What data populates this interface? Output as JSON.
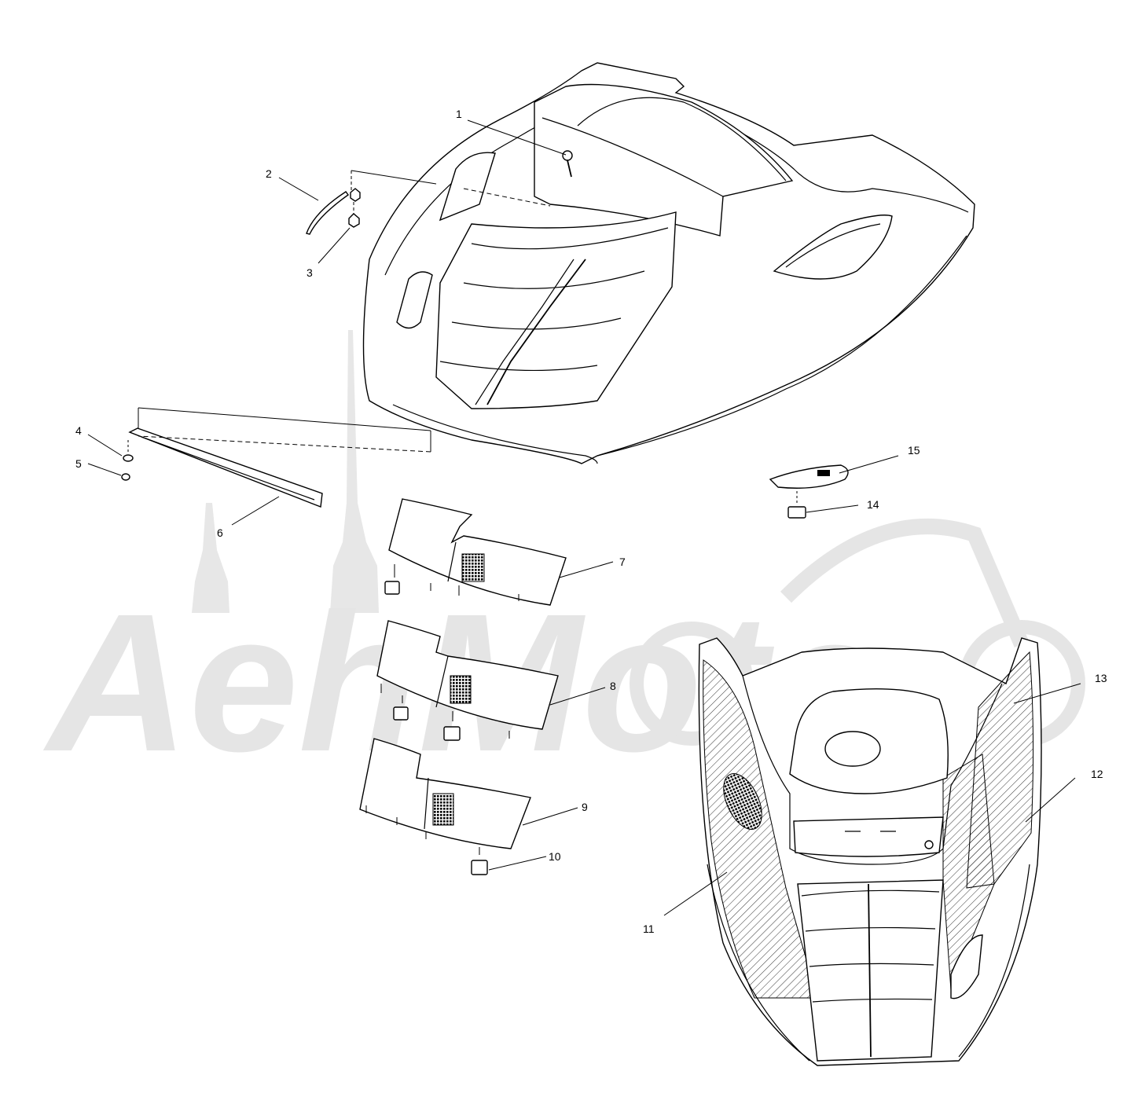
{
  "watermark": {
    "text": "AehMoto"
  },
  "callouts": [
    {
      "id": 1,
      "label": "1"
    },
    {
      "id": 2,
      "label": "2"
    },
    {
      "id": 3,
      "label": "3"
    },
    {
      "id": 4,
      "label": "4"
    },
    {
      "id": 5,
      "label": "5"
    },
    {
      "id": 6,
      "label": "6"
    },
    {
      "id": 7,
      "label": "7"
    },
    {
      "id": 8,
      "label": "8"
    },
    {
      "id": 9,
      "label": "9"
    },
    {
      "id": 10,
      "label": "10"
    },
    {
      "id": 11,
      "label": "11"
    },
    {
      "id": 12,
      "label": "12"
    },
    {
      "id": 13,
      "label": "13"
    },
    {
      "id": 14,
      "label": "14"
    },
    {
      "id": 15,
      "label": "15"
    }
  ],
  "colors": {
    "line": "#000000",
    "watermark": "#e5e5e5",
    "background": "#ffffff"
  }
}
